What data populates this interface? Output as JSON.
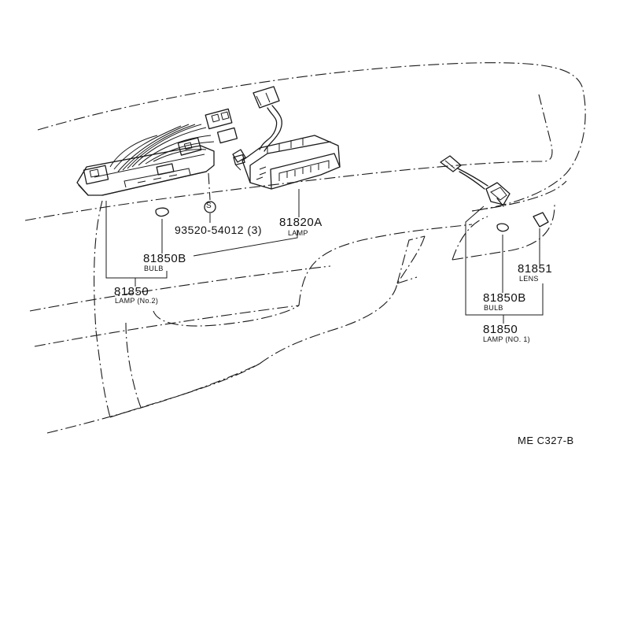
{
  "diagram": {
    "code": "ME C327-B",
    "parts": [
      {
        "id": "screw",
        "symbol": "S",
        "number": "93520-54012 (3)",
        "desc": ""
      },
      {
        "id": "lamp-81820a",
        "number": "81820A",
        "desc": "LAMP"
      },
      {
        "id": "bulb-81850b-left",
        "number": "81850B",
        "desc": "BULB"
      },
      {
        "id": "lamp-no2",
        "number": "81850",
        "desc": "LAMP (No.2)"
      },
      {
        "id": "lens-81851",
        "number": "81851",
        "desc": "LENS"
      },
      {
        "id": "bulb-81850b-right",
        "number": "81850B",
        "desc": "BULB"
      },
      {
        "id": "lamp-no1",
        "number": "81850",
        "desc": "LAMP (NO. 1)"
      }
    ]
  }
}
